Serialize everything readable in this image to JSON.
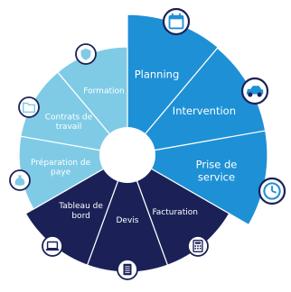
{
  "colors": {
    "bright_blue": "#1e90d6",
    "light_blue": "#7fcbe6",
    "navy": "#1b2157",
    "center": "#ffffff",
    "badge_border": "#1b2157"
  },
  "segments": [
    {
      "label": "Planning",
      "color": "#1e90d6",
      "icon": "calendar-icon"
    },
    {
      "label": "Intervention",
      "color": "#1e90d6",
      "icon": "car-icon"
    },
    {
      "label": "Prise de service",
      "color": "#1e90d6",
      "icon": "clock-icon"
    },
    {
      "label": "Facturation",
      "color": "#1b2157",
      "icon": "calculator-icon"
    },
    {
      "label": "Devis",
      "color": "#1b2157",
      "icon": "document-icon"
    },
    {
      "label": "Tableau de bord",
      "color": "#1b2157",
      "icon": "laptop-icon"
    },
    {
      "label": "Préparation de paye",
      "color": "#7fcbe6",
      "icon": "money-bag-icon"
    },
    {
      "label": "Contrats de travail",
      "color": "#7fcbe6",
      "icon": "folder-icon"
    },
    {
      "label": "Formation",
      "color": "#7fcbe6",
      "icon": "shield-icon"
    }
  ]
}
